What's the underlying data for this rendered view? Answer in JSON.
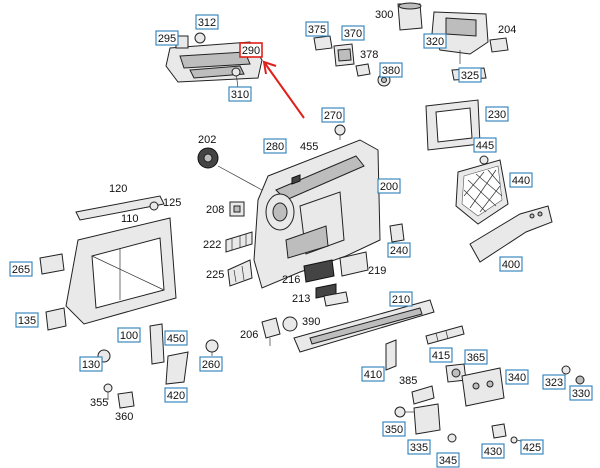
{
  "diagram": {
    "highlight": {
      "text": "290",
      "color": "#e0201b"
    },
    "box_color": "#2a7fb8",
    "boxed_labels": [
      "312",
      "295",
      "375",
      "370",
      "320",
      "325",
      "380",
      "310",
      "270",
      "280",
      "230",
      "445",
      "440",
      "200",
      "240",
      "265",
      "400",
      "210",
      "135",
      "100",
      "450",
      "130",
      "260",
      "410",
      "415",
      "365",
      "340",
      "323",
      "330",
      "420",
      "350",
      "335",
      "345",
      "430",
      "425"
    ],
    "plain_labels": [
      "300",
      "204",
      "378",
      "202",
      "455",
      "120",
      "125",
      "110",
      "208",
      "222",
      "225",
      "216",
      "219",
      "213",
      "206",
      "390",
      "385",
      "355",
      "360"
    ]
  }
}
